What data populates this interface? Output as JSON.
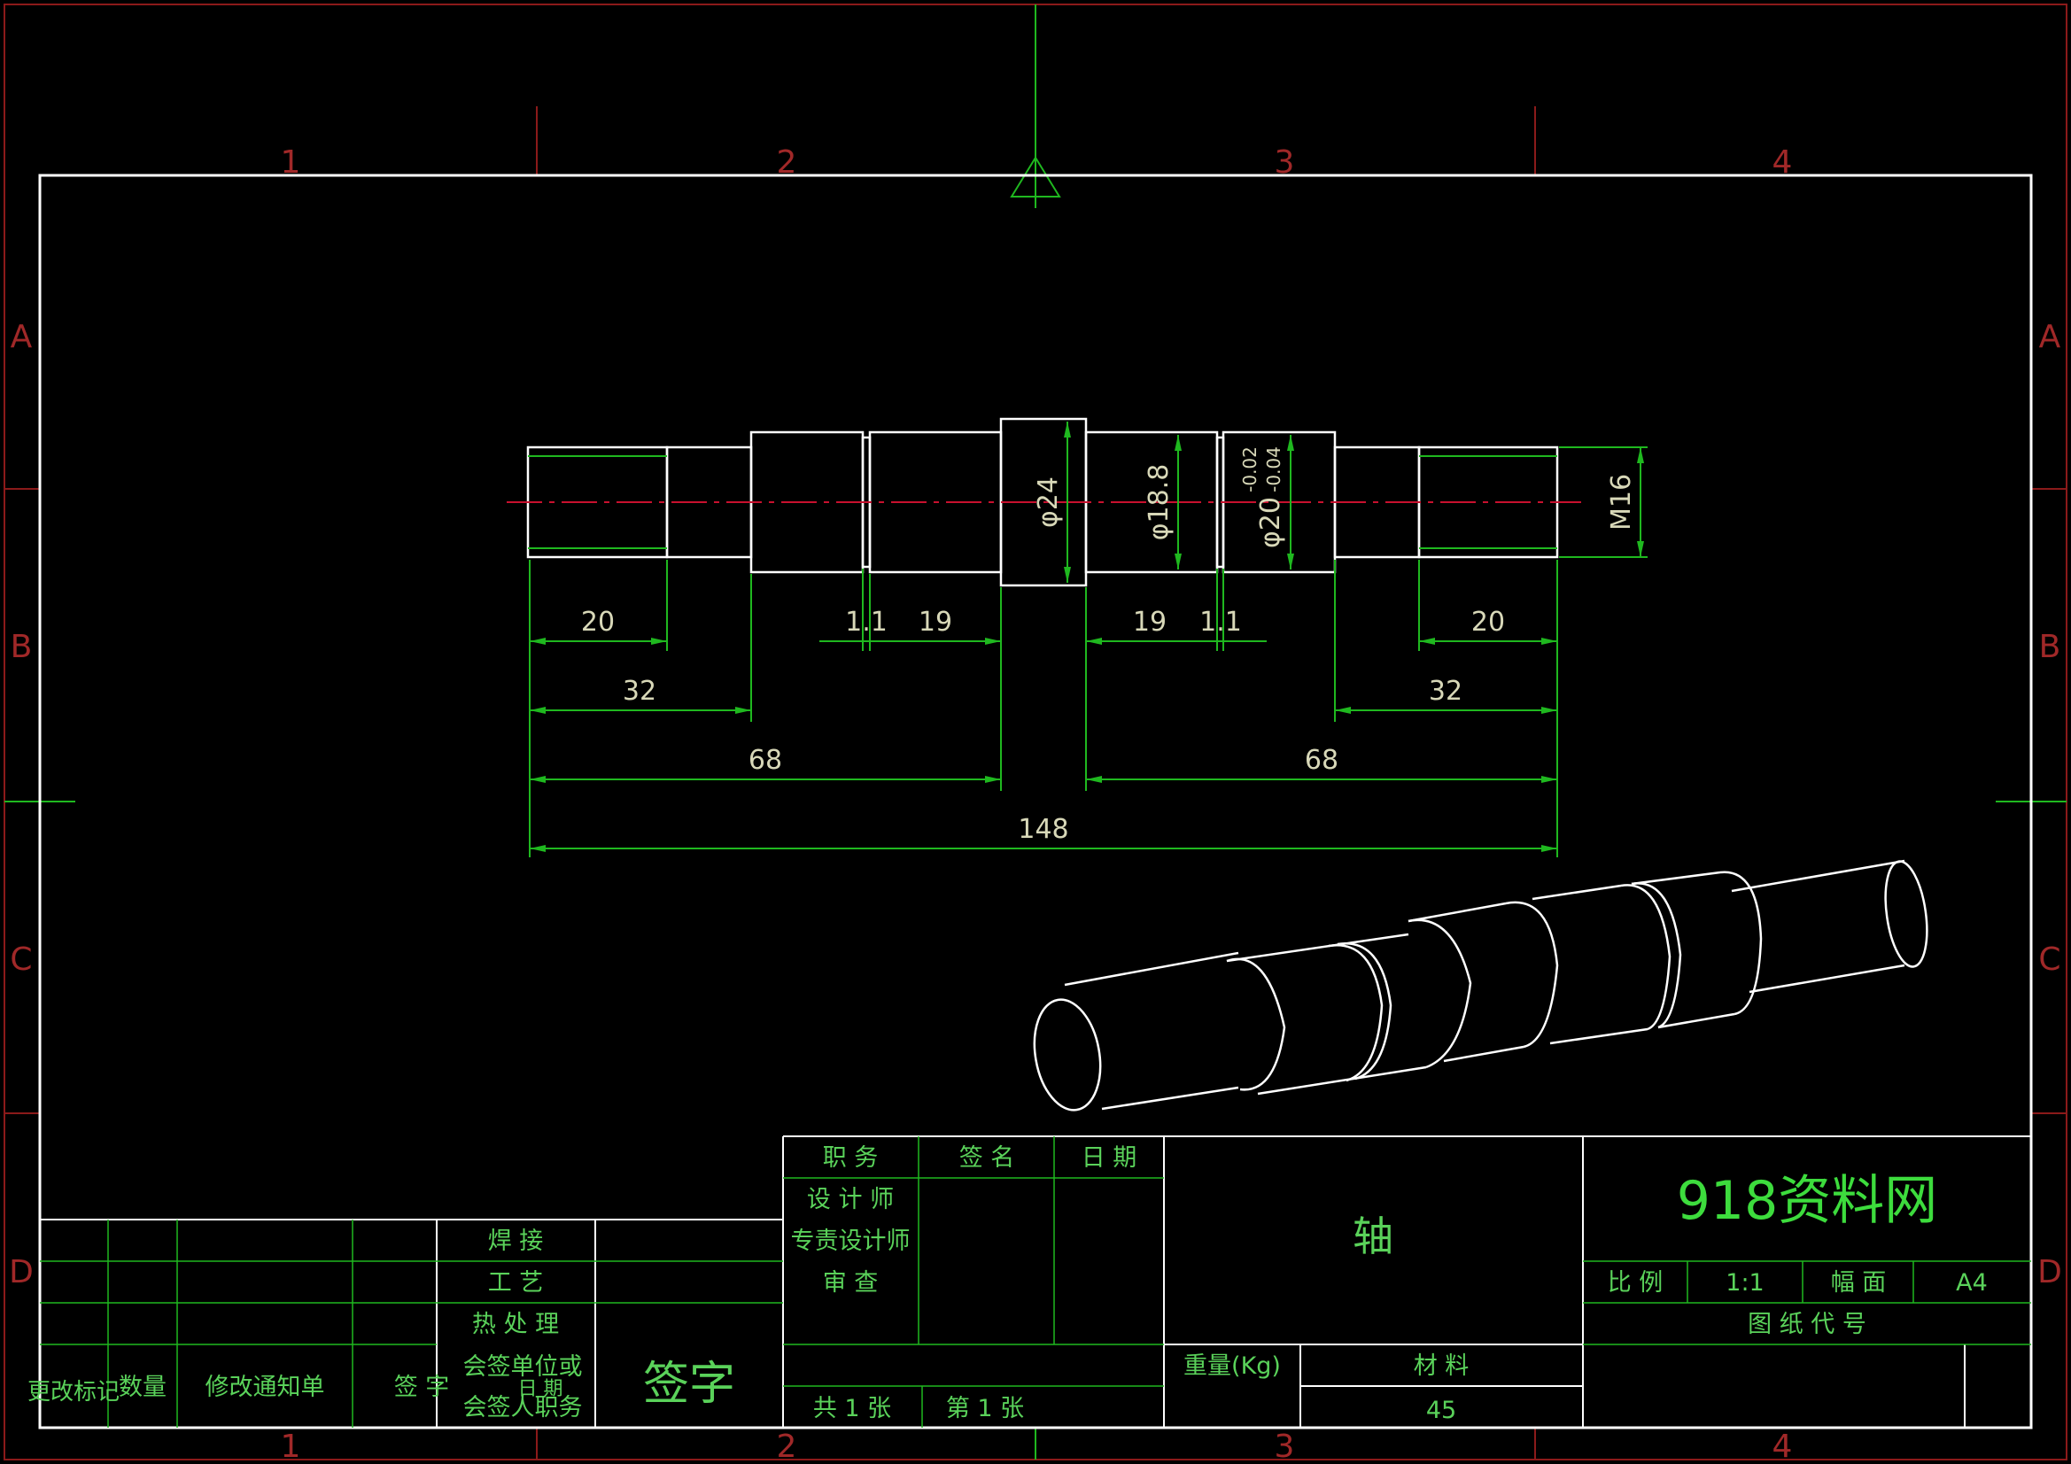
{
  "colors": {
    "background": "#000000",
    "outline": "#ffffff",
    "dimension": "#1fb81f",
    "centerline": "#c8102e",
    "zone_frame": "#8b1a1a",
    "title_text": "#5ad25a",
    "brand": "#3ddc3d"
  },
  "zones": {
    "columns": [
      "1",
      "2",
      "3",
      "4"
    ],
    "rows": [
      "A",
      "B",
      "C",
      "D"
    ]
  },
  "dimensions": {
    "d24": "φ24",
    "d18_8": "φ18.8",
    "d20": "φ20",
    "tol_upper": "-0.02",
    "tol_lower": "-0.04",
    "thread": "M16",
    "l20_left": "20",
    "l32_left": "32",
    "l68_left": "68",
    "l1_1_left": "1.1",
    "l19_left": "19",
    "l19_right": "19",
    "l1_1_right": "1.1",
    "l20_right": "20",
    "l32_right": "32",
    "l68_right": "68",
    "l148": "148"
  },
  "title_block": {
    "role": "职  务",
    "signature": "签  名",
    "date": "日  期",
    "designer": "设  计  师",
    "chief_designer": "专责设计师",
    "reviewer": "审        查",
    "part_name": "轴",
    "brand": "918资料网",
    "scale_label": "比  例",
    "scale_value": "1:1",
    "format_label": "幅  面",
    "format_value": "A4",
    "drawing_no_label": "图        纸        代        号",
    "weight_label": "重量(Kg)",
    "material_label": "材     料",
    "material_value": "45",
    "sheets": "共   1   张",
    "sheet_no": "第   1   张",
    "welding": "焊                 接",
    "process": "工                 艺",
    "heat_treatment": "热       处       理",
    "sign_big": "签字",
    "change_mark": "更改标记",
    "quantity": "数量",
    "change_notice": "修改通知单",
    "sign": "签       字",
    "countersign_unit": "会签单位或",
    "countersign_person": "会签人职务",
    "date_small": "日  期"
  }
}
